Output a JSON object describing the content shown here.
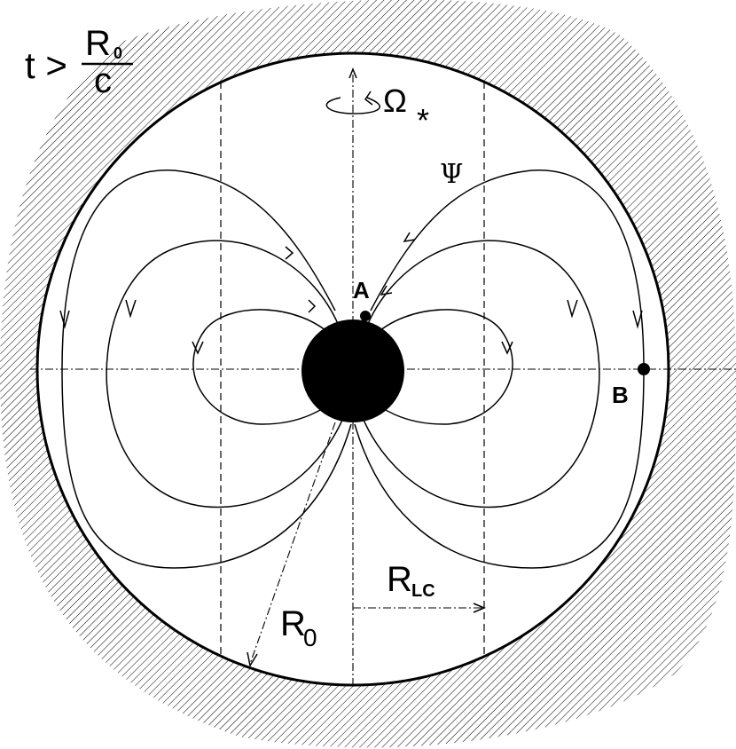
{
  "condition": {
    "lhs": "t >",
    "numerator": "R",
    "numerator_sub": "0",
    "denominator": "c"
  },
  "rotation": {
    "symbol": "Ω",
    "subscript": "*"
  },
  "flux_label": "Ψ",
  "point_a_label": "A",
  "point_b_label": "B",
  "light_cylinder": {
    "symbol": "R",
    "subscript": "LC"
  },
  "radius": {
    "symbol": "R",
    "subscript": "0"
  },
  "colors": {
    "ink": "#000000",
    "background": "#ffffff",
    "hatch": "#000000"
  }
}
